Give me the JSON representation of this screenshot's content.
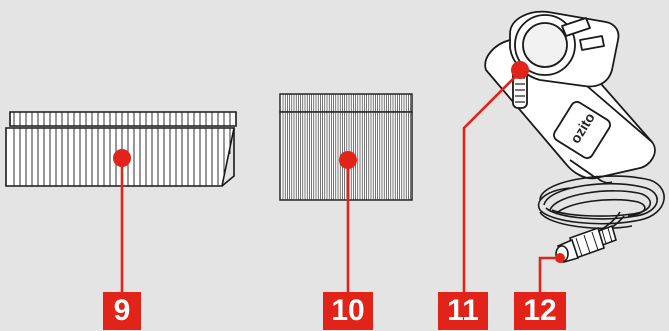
{
  "callouts": [
    {
      "number": "9"
    },
    {
      "number": "10"
    },
    {
      "number": "11"
    },
    {
      "number": "12"
    }
  ],
  "charger": {
    "logo": "ozito"
  },
  "colors": {
    "accent": "#e2231a",
    "background": "#e4e4e4",
    "line_art": "#1a1a1a"
  }
}
